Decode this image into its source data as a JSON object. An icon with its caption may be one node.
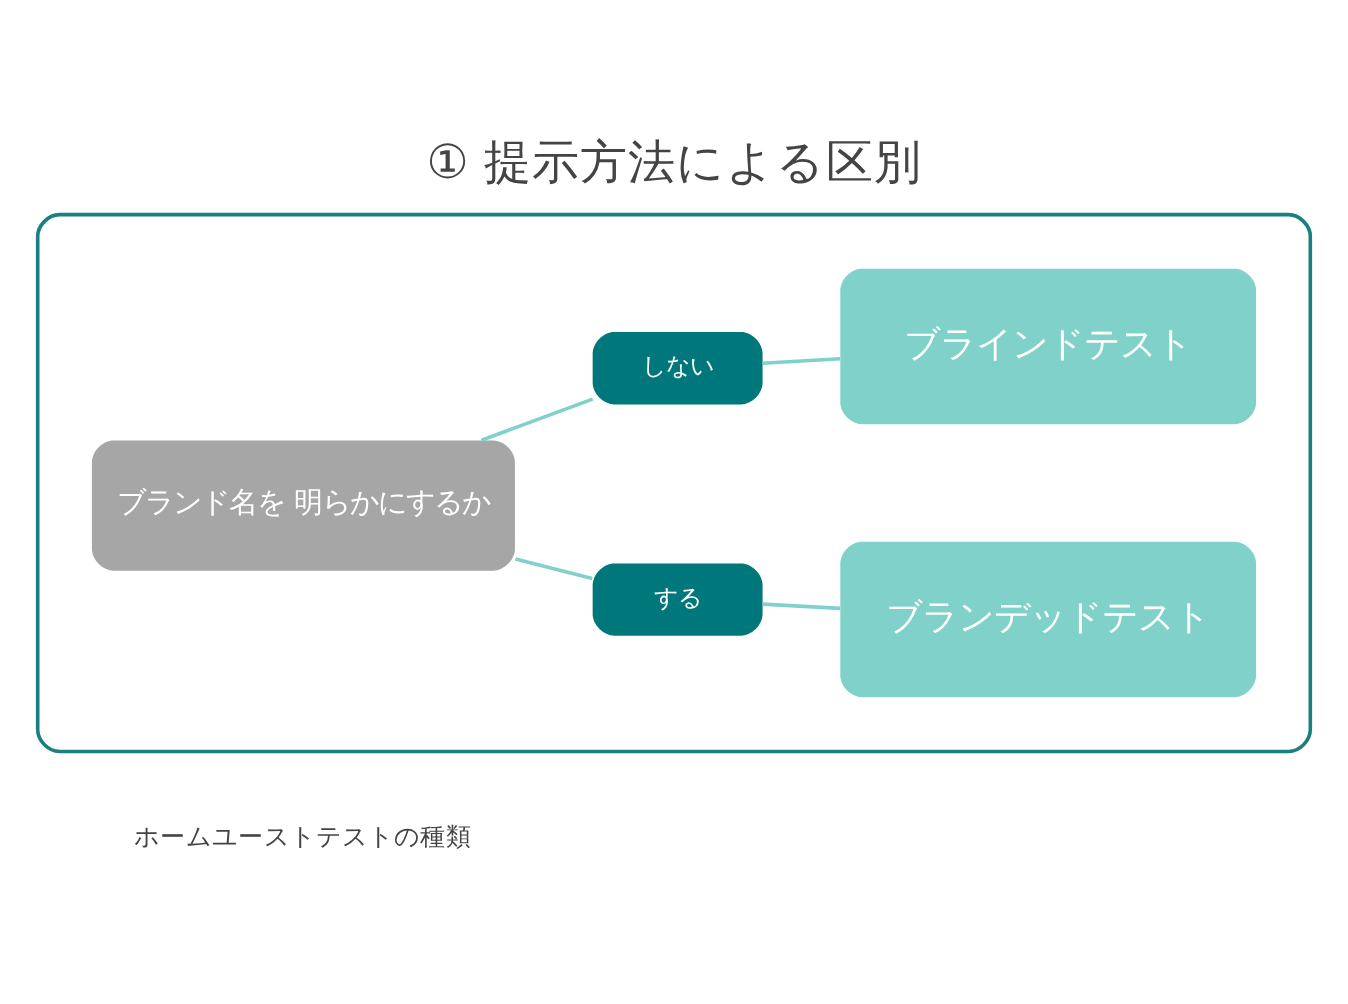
{
  "diagram": {
    "title": "① 提示方法による区別",
    "nodes": [
      {
        "text": [],
        "shape": "box"
      },
      {
        "text": [
          "ブランド名を 明らかにするか"
        ],
        "in": 0
      },
      {
        "text": [
          "する"
        ],
        "in": 0
      },
      {
        "text": [
          "しない"
        ],
        "in": 0
      },
      {
        "text": [
          "ブランデッドテスト"
        ],
        "in": 0
      },
      {
        "text": [
          "ブラインドテスト"
        ],
        "in": 0
      }
    ],
    "edges": [
      {
        "from": 1,
        "to": 2,
        "arrow": "none"
      },
      {
        "from": 1,
        "to": 3,
        "arrow": "none"
      },
      {
        "from": 2,
        "to": 4,
        "arrow": "none"
      },
      {
        "from": 3,
        "to": 5,
        "arrow": "none"
      }
    ],
    "labels": [
      "ホームユーストテストの種類"
    ]
  }
}
